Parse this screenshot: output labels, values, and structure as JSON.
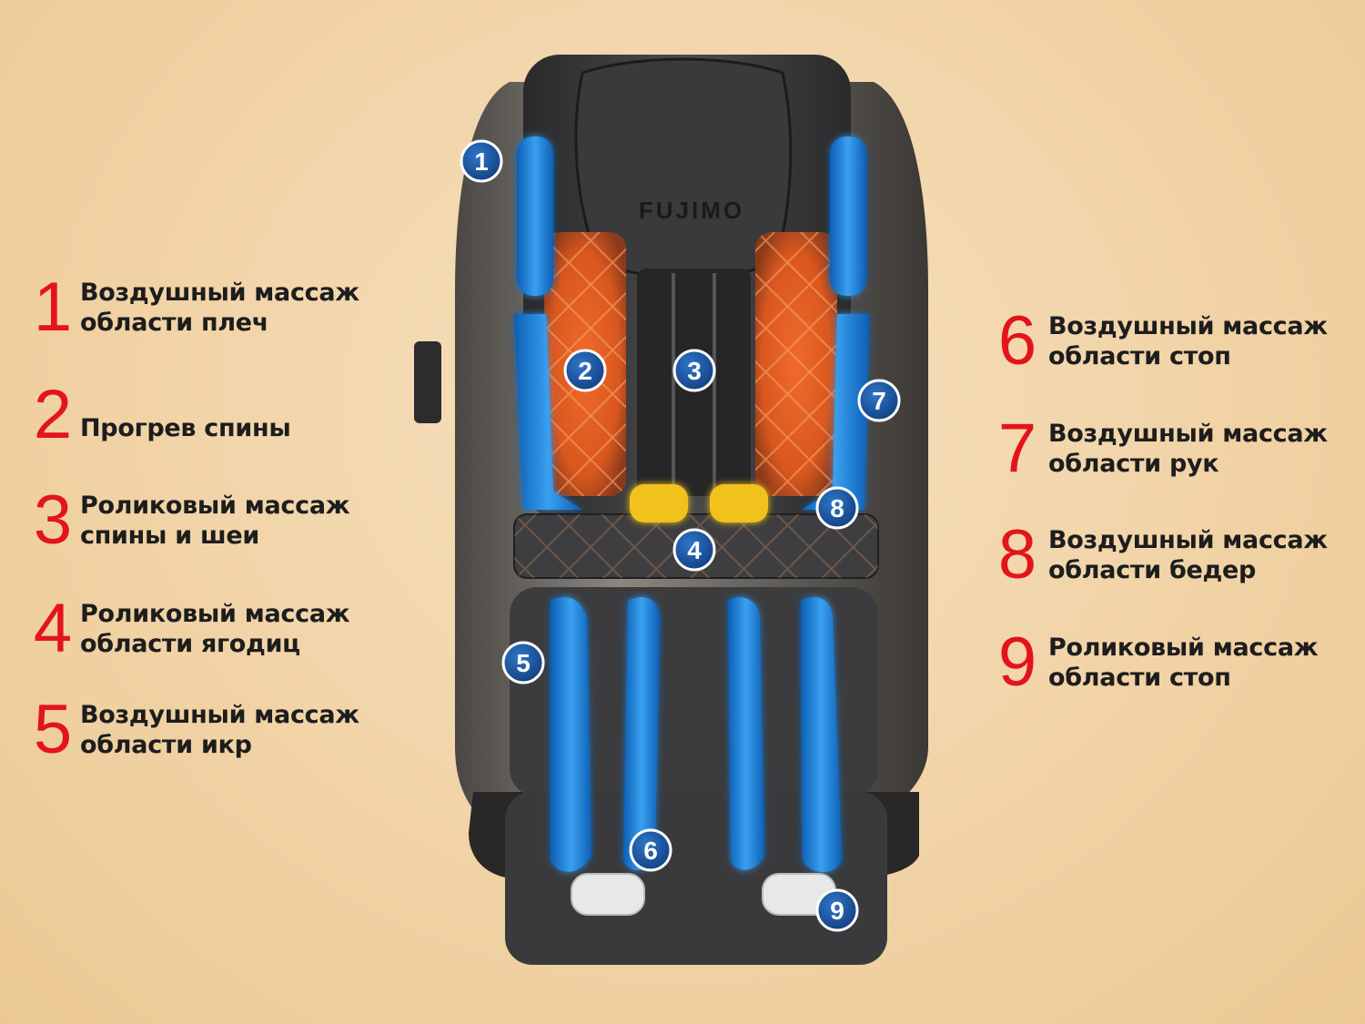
{
  "brand": "FUJIMO",
  "colors": {
    "accent_number": "#e3141b",
    "air_massage": "#1e8fe6",
    "heat": "#e9652a",
    "roller_gold": "#f2c21a",
    "badge": "#1b5aa6"
  },
  "legend_left": [
    {
      "num": "1",
      "text": "Воздушный массаж\nобласти плеч"
    },
    {
      "num": "2",
      "text": "Прогрев спины"
    },
    {
      "num": "3",
      "text": "Роликовый массаж\nспины и шеи"
    },
    {
      "num": "4",
      "text": "Роликовый массаж\nобласти ягодиц"
    },
    {
      "num": "5",
      "text": "Воздушный массаж\nобласти икр"
    }
  ],
  "legend_right": [
    {
      "num": "6",
      "text": "Воздушный массаж\nобласти стоп"
    },
    {
      "num": "7",
      "text": "Воздушный массаж\nобласти рук"
    },
    {
      "num": "8",
      "text": "Воздушный массаж\nобласти бедер"
    },
    {
      "num": "9",
      "text": "Роликовый массаж\nобласти стоп"
    }
  ],
  "badges": [
    "1",
    "2",
    "3",
    "4",
    "5",
    "6",
    "7",
    "8",
    "9"
  ]
}
